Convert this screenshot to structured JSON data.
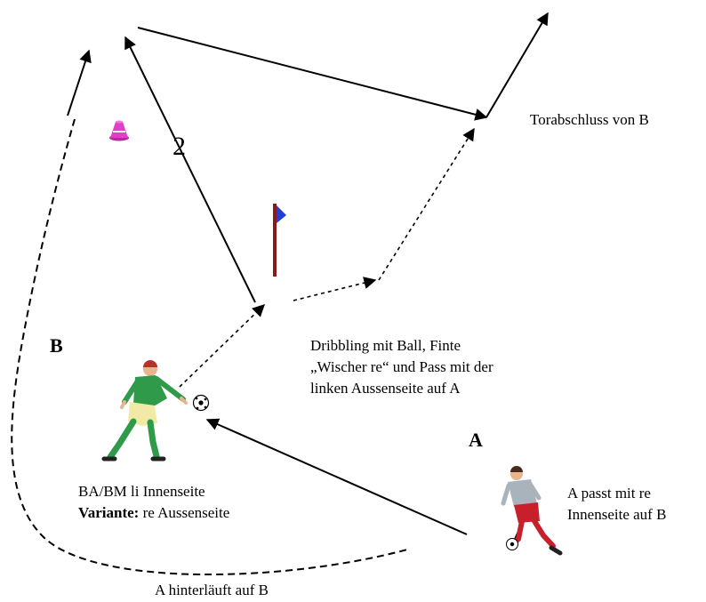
{
  "labels": {
    "number_2": "2",
    "torabschluss": "Torabschluss von B",
    "player_b": "B",
    "player_a": "A",
    "dribbling_line1": "Dribbling mit Ball, Finte",
    "dribbling_line2": "„Wischer re“ und Pass mit der",
    "dribbling_line3": "linken Aussenseite  auf A",
    "ba_bm": "BA/BM  li Innenseite",
    "variante_bold": "Variante:",
    "variante_rest": " re Aussenseite",
    "a_passt_line1": "A passt mit re",
    "a_passt_line2": "Innenseite auf B",
    "hinterlaeuft": "A hinterläuft auf B"
  },
  "icons": {
    "cone": "pink-training-cone-icon",
    "flag": "blue-corner-flag-icon",
    "ball": "soccer-ball-icon",
    "player_b": "soccer-player-green-kit-icon",
    "player_a": "soccer-player-grey-red-kit-icon"
  },
  "colors": {
    "line": "#000000",
    "cone": "#e040c8",
    "flag": "#1f3fd8",
    "flag_pole": "#8a1a1a",
    "player_b_shirt": "#2e9a4a",
    "player_a_shirt": "#a9b3bb",
    "player_a_shorts": "#c8202a"
  }
}
